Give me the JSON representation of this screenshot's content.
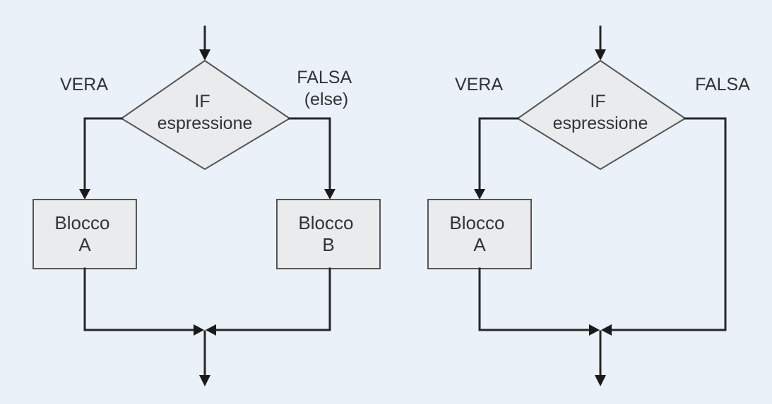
{
  "colors": {
    "background": "#eaf1f9",
    "shape_fill": "#e9ebed",
    "shape_stroke": "#555555",
    "line": "#262626"
  },
  "flowchart_left": {
    "decision": {
      "line1": "IF",
      "line2": "espressione"
    },
    "true_label": "VERA",
    "false_label": {
      "line1": "FALSA",
      "line2": "(else)"
    },
    "block_a": {
      "line1": "Blocco",
      "line2": "A"
    },
    "block_b": {
      "line1": "Blocco",
      "line2": "B"
    }
  },
  "flowchart_right": {
    "decision": {
      "line1": "IF",
      "line2": "espressione"
    },
    "true_label": "VERA",
    "false_label": "FALSA",
    "block_a": {
      "line1": "Blocco",
      "line2": "A"
    }
  }
}
